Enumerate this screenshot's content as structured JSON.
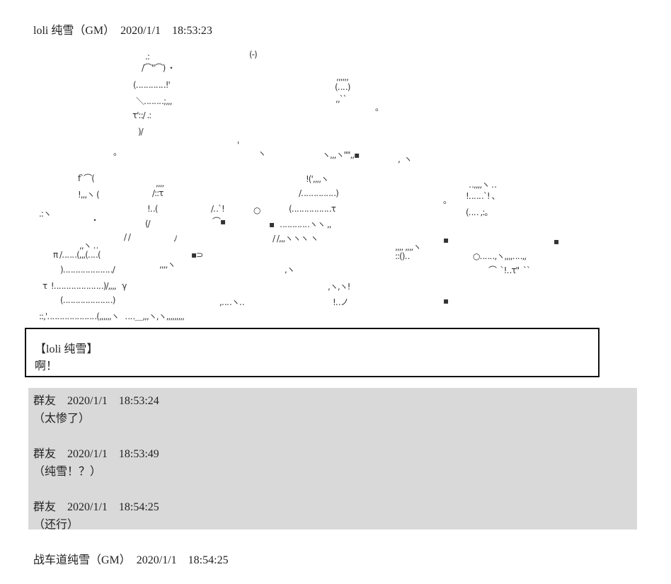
{
  "posts": [
    {
      "header": "loli 纯雪（GM）　2020/1/1　18:53:23"
    },
    {
      "header": "战车道纯雪（GM）　2020/1/1　18:54:25"
    }
  ],
  "speech_box": {
    "speaker": "【loli 纯雪】",
    "text": "啊！"
  },
  "comments": [
    {
      "header": "群友　2020/1/1　18:53:24",
      "text": "（太惨了）"
    },
    {
      "header": "群友　2020/1/1　18:53:49",
      "text": "（纯雪！？）"
    },
    {
      "header": "群友　2020/1/1　18:54:25",
      "text": "（还行）"
    }
  ],
  "art": {
    "fragments": [
      ".:",
      "/⌒\"⌒) ・",
      "(‥‥‥‥‥‥!'",
      "＼‥‥‥‥;,,,",
      "τ'::/ .:",
      ")/",
      "(-)",
      ",,,,,,",
      "(‥‥)",
      ",,``",
      "。",
      "。",
      "'",
      "ヽ",
      "ヽ,,,ヽ\"\",,▪",
      ",  ヽ",
      "f`⌒(",
      "!,,,ヽ (",
      ",,,,",
      "/::τ",
      "!‥(",
      "(/",
      "/‥`!",
      "⌒▪",
      "○",
      "▪",
      "!(',,,,ヽ",
      "/‥‥‥‥‥‥‥)",
      "(‥‥‥‥‥‥‥‥τ",
      "‥‥‥‥‥‥ヽヽ ,,",
      "/ /,,,ヽヽヽ ヽ",
      ".:ヽ",
      "・",
      "/ /",
      "ﾉ",
      ",,ヽ ‥",
      "π /‥‥‥(,,,(‥‥(",
      ")‥‥‥‥‥‥‥‥‥‥/",
      "τ  !‥‥‥‥‥‥‥‥‥‥)/,,,,   γ",
      "(‥‥‥‥‥‥‥‥‥‥)",
      "::,'‥‥‥‥‥‥‥‥‥‥(,,,,,,ヽ   ‥‥＿,,,ヽ,ヽ,,,,,,,,,",
      "▪⊃",
      ",,,,ヽ",
      ",‥‥ヽ‥",
      ",ヽ",
      ",ヽ,ヽ!",
      "!‥ノ",
      ",,,, ,,,,ヽ",
      "::()‥",
      "▪",
      "▪",
      "‥,,,,ヽ ‥",
      "!‥‥‥`! 、",
      "(‥‥ ,:。",
      "。",
      "○‥‥‥,ヽ,,,,‥‥,,",
      "⌒  `!‥τ\"  ``",
      "▪"
    ]
  }
}
